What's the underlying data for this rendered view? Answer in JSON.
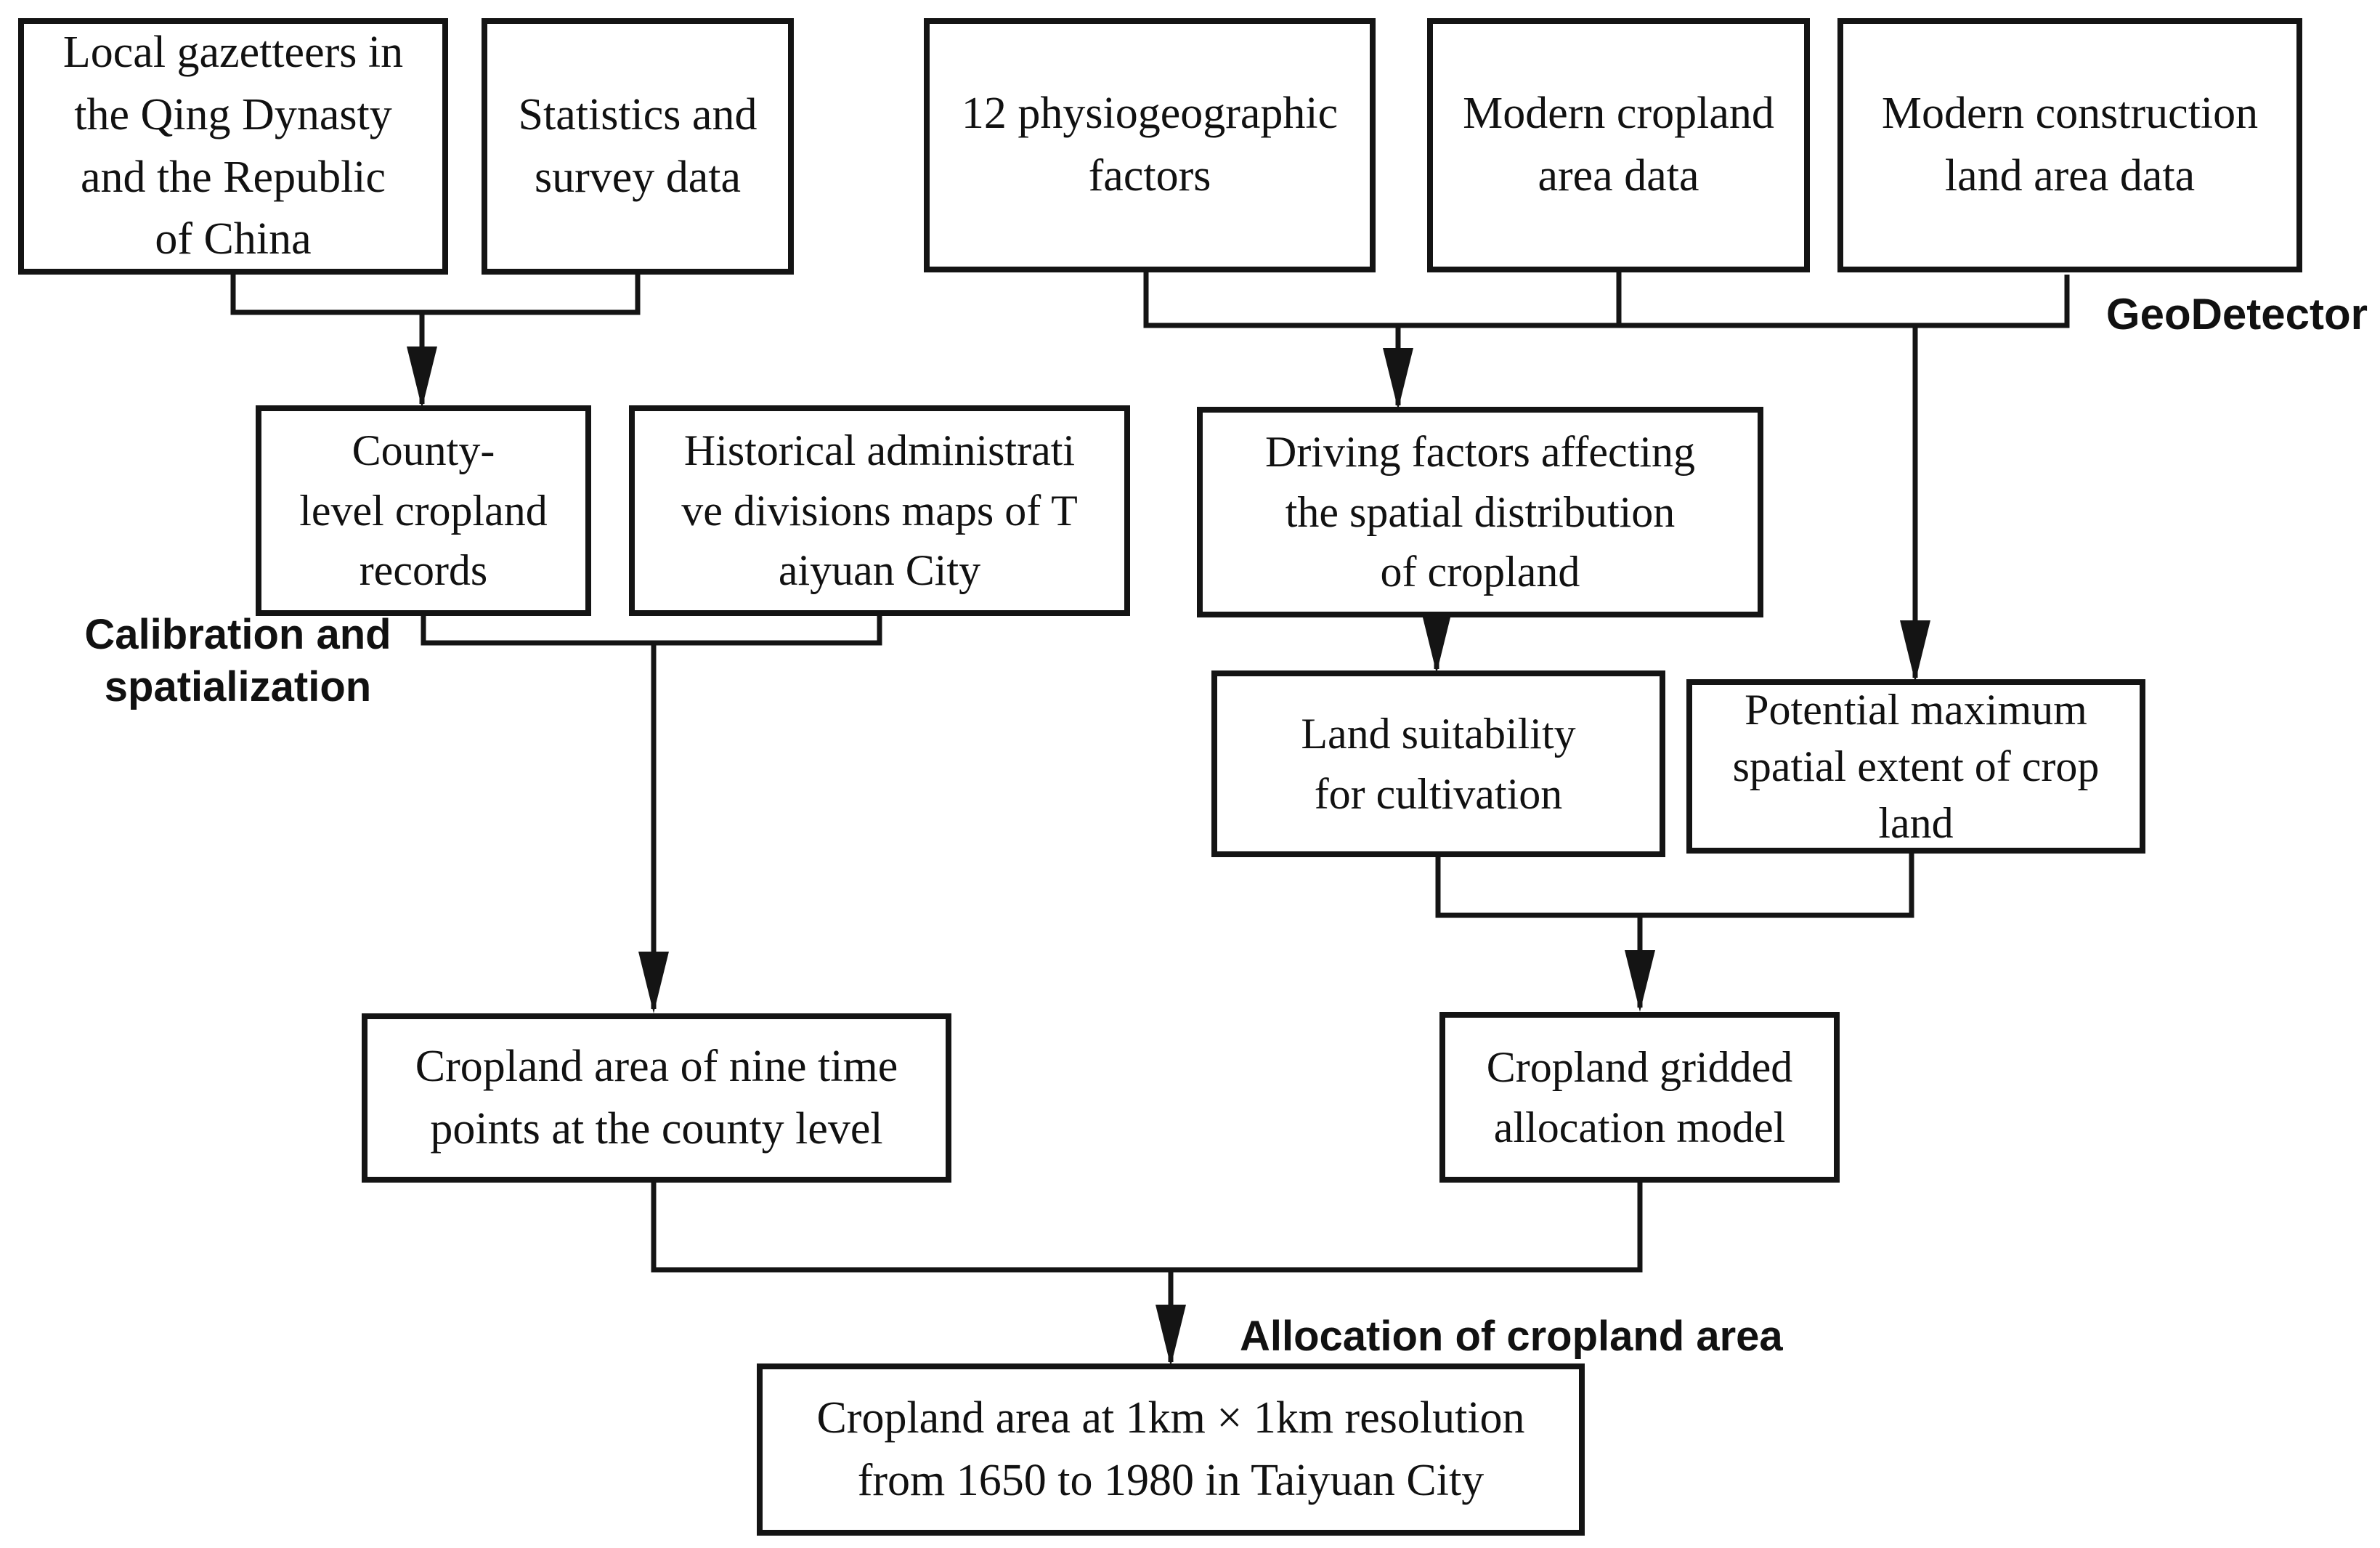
{
  "diagram": {
    "boxes": {
      "local_gazetteers": "Local gazetteers in\nthe Qing Dynasty\nand the Republic\nof China",
      "statistics_survey": "Statistics and\nsurvey data",
      "physiogeographic_factors": "12 physiogeographic\nfactors",
      "modern_cropland": "Modern cropland\narea data",
      "modern_construction": "Modern construction\nland area data",
      "county_records": "County-\nlevel cropland\nrecords",
      "historical_maps": "Historical administrati\nve divisions maps of T\naiyuan City",
      "driving_factors": "Driving factors affecting\nthe spatial distribution\nof cropland",
      "land_suitability": "Land suitability\nfor cultivation",
      "potential_extent": "Potential maximum\nspatial extent of crop\nland",
      "county_timepoints": "Cropland area of nine time\npoints at the county level",
      "gridded_model": "Cropland gridded\nallocation model",
      "final_output": "Cropland area at 1km × 1km resolution\nfrom 1650 to 1980 in Taiyuan City"
    },
    "labels": {
      "geodetector": "GeoDetector",
      "calibration": "Calibration and\nspatialization",
      "allocation": "Allocation of cropland area"
    },
    "colors": {
      "line": "#141414",
      "text": "#111111",
      "background": "#ffffff"
    }
  }
}
